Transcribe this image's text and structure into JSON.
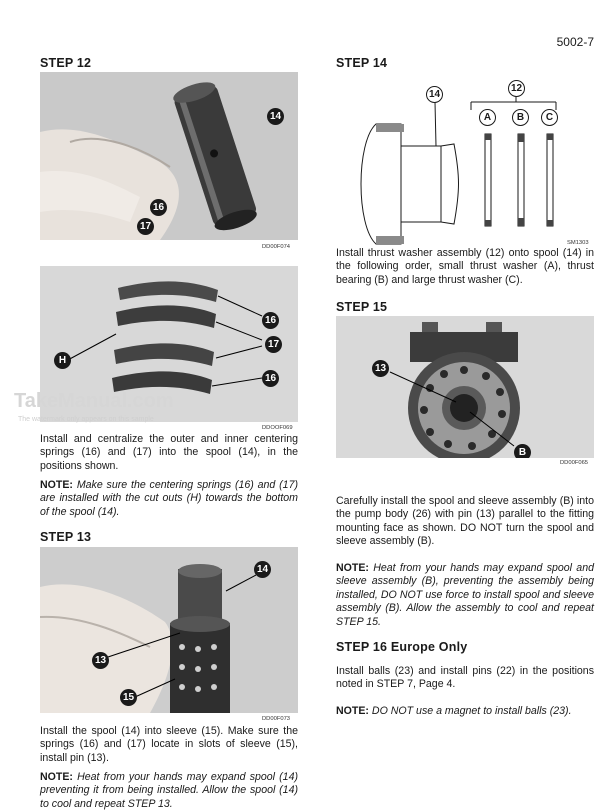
{
  "page": {
    "number": "5002-7"
  },
  "watermark": {
    "title": "TakeManual.com",
    "subtitle": "The watermark only appears on this sample"
  },
  "left": {
    "step12": {
      "heading": "STEP 12",
      "fig1_code": "DD00F074",
      "fig2_code": "DDOOF069",
      "labels": {
        "l14": "14",
        "l16": "16",
        "l17": "17",
        "h": "H"
      },
      "text": "Install and centralize the outer and inner centering springs (16) and (17) into the spool (14), in the positions shown.",
      "note_label": "NOTE:",
      "note": "Make sure the centering springs (16) and (17) are installed with the cut outs (H) towards the bottom of the spool (14)."
    },
    "step13": {
      "heading": "STEP 13",
      "fig_code": "DD00F073",
      "labels": {
        "l14": "14",
        "l13": "13",
        "l15": "15"
      },
      "text": "Install the spool (14) into sleeve (15). Make sure the springs (16) and (17) locate in slots of sleeve (15), install pin (13).",
      "note_label": "NOTE:",
      "note": "Heat from your hands may expand spool (14) preventing it from being installed. Allow the spool (14) to cool and repeat STEP 13."
    }
  },
  "right": {
    "step14": {
      "heading": "STEP 14",
      "fig_code": "SM1303",
      "labels": {
        "l14": "14",
        "l12": "12",
        "a": "A",
        "b": "B",
        "c": "C"
      },
      "text": "Install thrust washer assembly (12) onto spool (14) in the following order, small thrust washer (A), thrust bearing (B) and large thrust washer (C)."
    },
    "step15": {
      "heading": "STEP 15",
      "fig_code": "DD00F065",
      "labels": {
        "l13": "13",
        "b": "B"
      },
      "text": "Carefully install the spool and sleeve assembly (B) into the pump body (26) with pin (13) parallel to the fitting mounting face as shown. DO NOT turn the spool and sleeve assembly (B).",
      "note_label": "NOTE:",
      "note": "Heat from your hands may expand spool and sleeve assembly (B), preventing the assembly being installed, DO NOT use force to install spool and sleeve assembly (B). Allow the assembly to cool and repeat STEP 15."
    },
    "step16": {
      "heading": "STEP 16  Europe Only",
      "text": "Install balls (23) and install pins (22) in the positions noted in STEP 7, Page 4.",
      "note_label": "NOTE:",
      "note": "DO NOT use a magnet to install balls (23)."
    }
  }
}
